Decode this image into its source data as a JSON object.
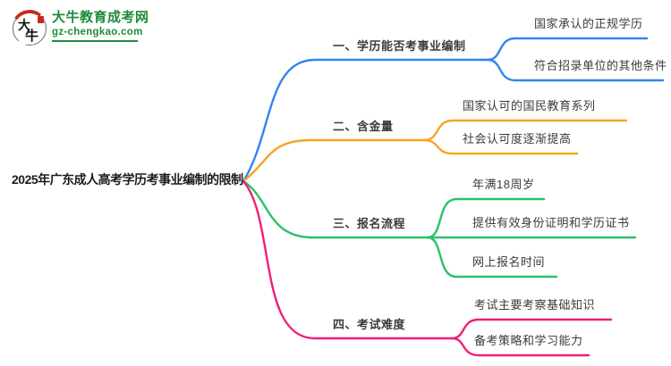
{
  "logo": {
    "icon_char_top": "大",
    "icon_char_bottom": "牛",
    "title": "大牛教育成考网",
    "domain": "gz-chengkao.com",
    "color": "#1e8a3c"
  },
  "root": {
    "label": "2025年广东成人高考学历考事业编制的限制"
  },
  "branches": [
    {
      "label": "一、学历能否考事业编制",
      "color": "#2f86ee",
      "children": [
        "国家承认的正规学历",
        "符合招录单位的其他条件"
      ]
    },
    {
      "label": "二、含金量",
      "color": "#f5a623",
      "children": [
        "国家认可的国民教育系列",
        "社会认可度逐渐提高"
      ]
    },
    {
      "label": "三、报名流程",
      "color": "#2bc168",
      "children": [
        "年满18周岁",
        "提供有效身份证明和学历证书",
        "网上报名时间"
      ]
    },
    {
      "label": "四、考试难度",
      "color": "#ef1e78",
      "children": [
        "考试主要考察基础知识",
        "备考策略和学习能力"
      ]
    }
  ]
}
